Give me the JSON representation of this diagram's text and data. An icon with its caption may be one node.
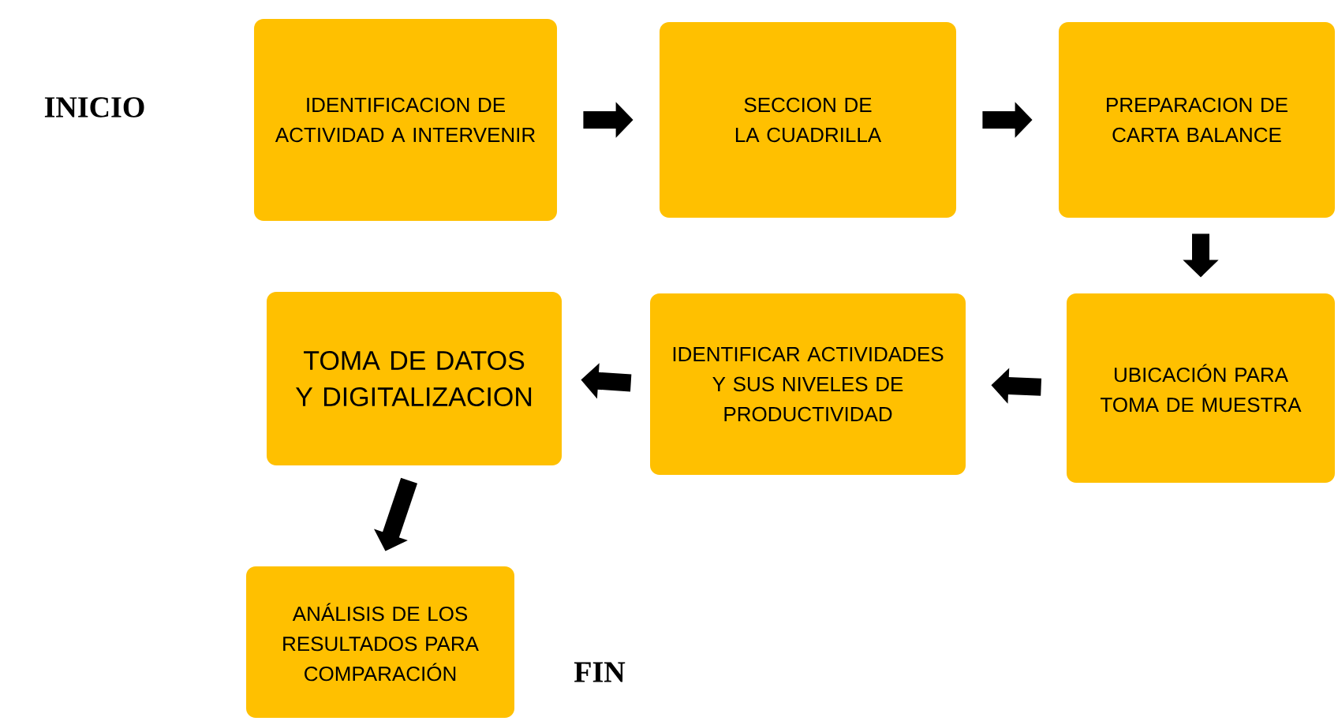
{
  "diagram": {
    "nodes": [
      {
        "text": [
          "IDENTIFICACION DE ACTIVIDAD A INTERVENIR"
        ]
      },
      {
        "text": [
          "SECCION DE LA CUADRILLA"
        ]
      },
      {
        "text": [
          "PREPARACION DE CARTA BALANCE"
        ]
      },
      {
        "text": [
          "UBICACIÓN PARA TOMA DE MUESTRA"
        ]
      },
      {
        "text": [
          "IDENTIFICAR ACTIVIDADES Y SUS NIVELES DE PRODUCTIVIDAD"
        ]
      },
      {
        "text": [
          "TOMA DE DATOS Y DIGITALIZACION"
        ]
      },
      {
        "text": [
          "ANÁLISIS DE LOS RESULTADOS PARA COMPARACIÓN"
        ]
      }
    ],
    "edges": [
      {
        "from": 0,
        "to": 1,
        "arrow": "to"
      },
      {
        "from": 1,
        "to": 2,
        "arrow": "to"
      },
      {
        "from": 2,
        "to": 3,
        "arrow": "to"
      },
      {
        "from": 3,
        "to": 4,
        "arrow": "to"
      },
      {
        "from": 4,
        "to": 5,
        "arrow": "to"
      },
      {
        "from": 5,
        "to": 6,
        "arrow": "to"
      }
    ],
    "labels": [
      "INICIO",
      "FIN"
    ]
  }
}
